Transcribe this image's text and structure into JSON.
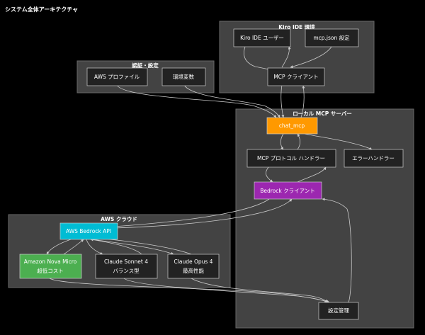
{
  "title": "システム全体アーキテクチャ",
  "colors": {
    "background": "#000000",
    "cluster_fill": "#434343",
    "cluster_stroke": "#676767",
    "node_fill": "#222222",
    "node_stroke": "#cccccc",
    "edge": "#cccccc",
    "text": "#ffffff",
    "chat_mcp": "#ff9900",
    "bedrock_client": "#9c27b0",
    "bedrock_api": "#00bcd4",
    "nova_micro": "#4caf50"
  },
  "clusters": {
    "kiro": "Kiro IDE 環境",
    "auth": "認証・設定",
    "local": "ローカル MCP サーバー",
    "aws": "AWS クラウド"
  },
  "nodes": {
    "kiro_user": "Kiro IDE ユーザー",
    "mcp_json": "mcp.json 設定",
    "mcp_client": "MCP クライアント",
    "aws_profile": "AWS プロファイル",
    "env_vars": "環境変数",
    "chat_mcp": "chat_mcp",
    "protocol_handler": "MCP プロトコル ハンドラー",
    "error_handler": "エラーハンドラー",
    "bedrock_client": "Bedrock クライアント",
    "bedrock_api": "AWS Bedrock API",
    "nova_line1": "Amazon Nova Micro",
    "nova_line2": "超低コスト",
    "sonnet_line1": "Claude Sonnet 4",
    "sonnet_line2": "バランス型",
    "opus_line1": "Claude Opus 4",
    "opus_line2": "最高性能",
    "config_mgmt": "設定管理"
  }
}
